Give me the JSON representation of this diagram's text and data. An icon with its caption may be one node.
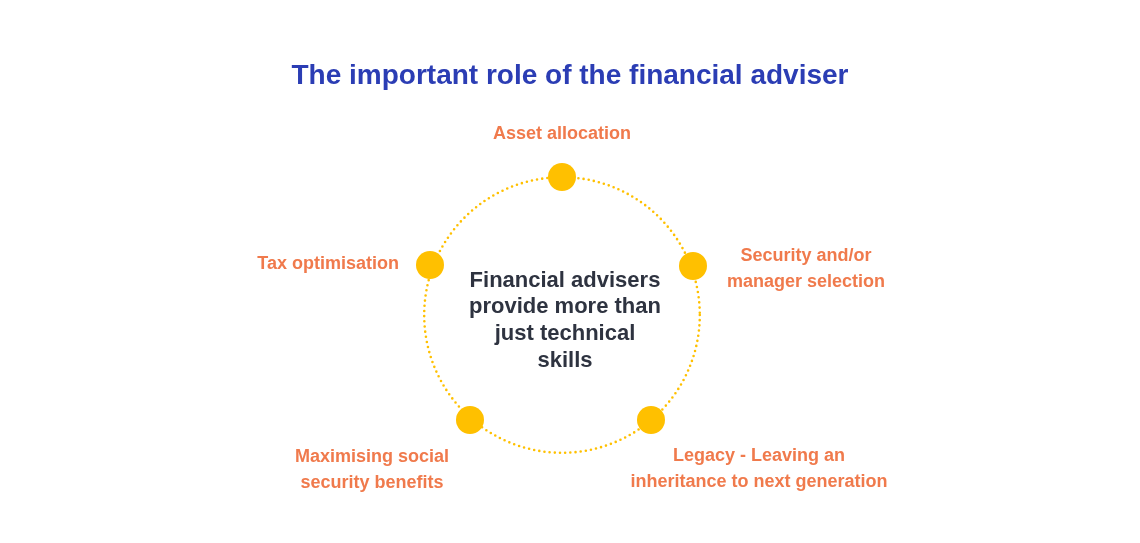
{
  "diagram": {
    "title": "The important role of the financial adviser",
    "nodes": [
      {
        "text": [
          "Financial advisers provide more than just technical skills"
        ]
      },
      {
        "text": [],
        "shape": "circle",
        "beside": [
          "Asset allocation"
        ]
      },
      {
        "text": [],
        "shape": "circle",
        "beside": [
          "Tax optimisation"
        ]
      },
      {
        "text": [],
        "shape": "circle",
        "beside": [
          "Security and/or manager selection"
        ]
      },
      {
        "text": [],
        "shape": "circle"
      },
      {
        "text": [],
        "shape": "circle"
      }
    ],
    "labels": [
      "Maximising social security benefits",
      "Legacy - Leaving an inheritance to next generation"
    ]
  }
}
